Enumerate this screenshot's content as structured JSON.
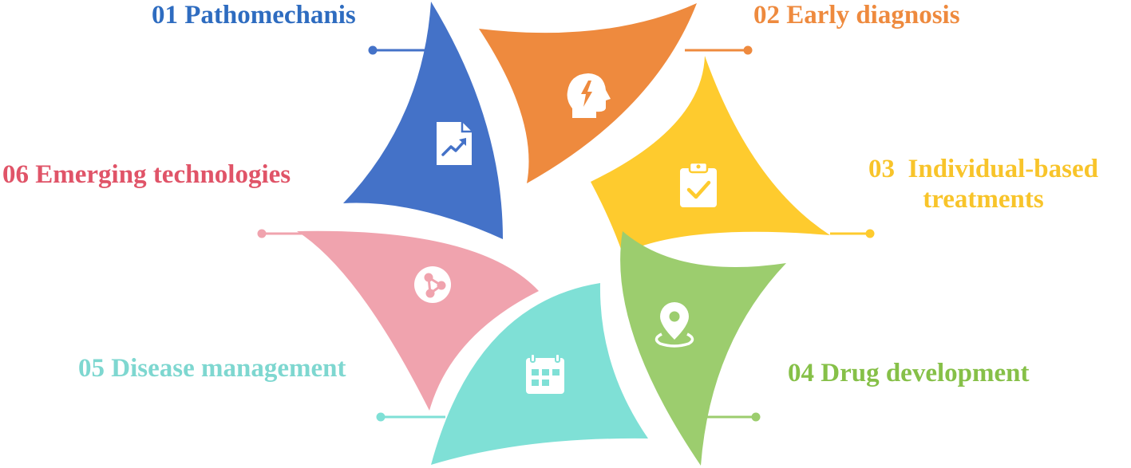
{
  "segments": [
    {
      "id": "01",
      "number": "01",
      "title": "Pathomechanis",
      "color": "#4472C8",
      "label_color": "#2E6CC0",
      "icon": "chart-document-icon"
    },
    {
      "id": "02",
      "number": "02",
      "title": "Early diagnosis",
      "color": "#EE8A3E",
      "label_color": "#EE8A3E",
      "icon": "brain-head-icon"
    },
    {
      "id": "03",
      "number": "03",
      "title": "Individual-based\ntreatments",
      "color": "#FECB2E",
      "label_color": "#F8C42A",
      "icon": "clipboard-check-icon"
    },
    {
      "id": "04",
      "number": "04",
      "title": "Drug development",
      "color": "#9CCD6E",
      "label_color": "#86C048",
      "icon": "location-pin-icon"
    },
    {
      "id": "05",
      "number": "05",
      "title": "Disease management",
      "color": "#7FE0D6",
      "label_color": "#7ED7D0",
      "icon": "calendar-icon"
    },
    {
      "id": "06",
      "number": "06",
      "title": "Emerging technologies",
      "color": "#F0A3AE",
      "label_color": "#E05468",
      "icon": "share-nodes-icon"
    }
  ]
}
